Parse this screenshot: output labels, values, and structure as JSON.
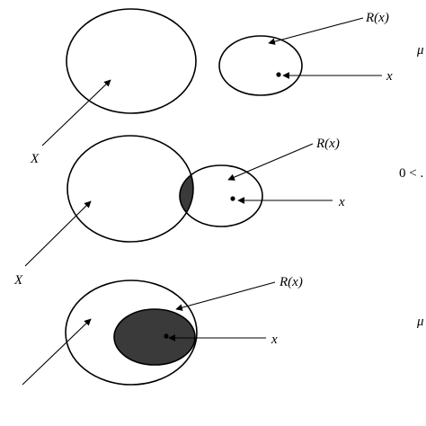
{
  "colors": {
    "ink": "#000000",
    "overlap_fill": "#3a3a3a",
    "background": "#ffffff"
  },
  "panels": [
    {
      "case": "disjoint",
      "set_label": "X",
      "neighborhood_label": "R(x)",
      "point_label": "x",
      "edge_text": "μ"
    },
    {
      "case": "partial-overlap",
      "set_label": "X",
      "neighborhood_label": "R(x)",
      "point_label": "x",
      "edge_text": "0 < ."
    },
    {
      "case": "contained",
      "set_label": "",
      "neighborhood_label": "R(x)",
      "point_label": "x",
      "edge_text": "μ"
    }
  ]
}
